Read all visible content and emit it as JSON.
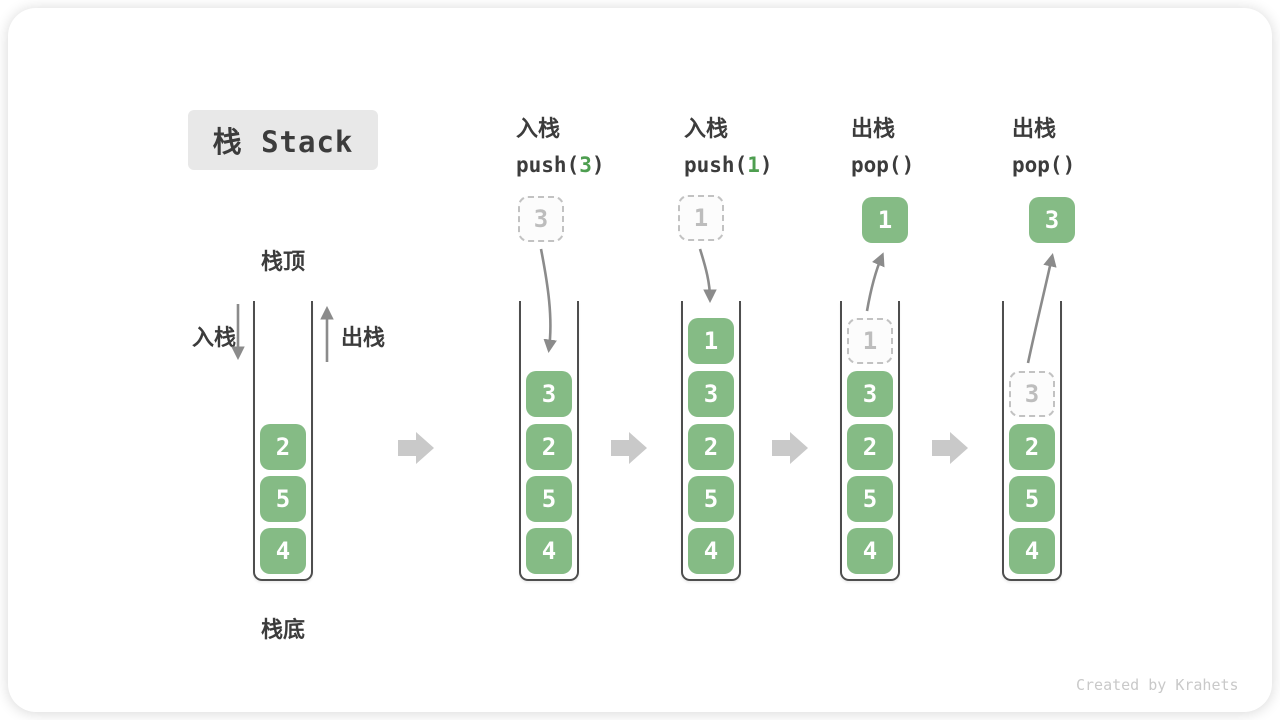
{
  "title": "栈 Stack",
  "watermark": "Created by Krahets",
  "stack_labels": {
    "top": "栈顶",
    "bottom": "栈底",
    "push_cn": "入栈",
    "pop_cn": "出栈"
  },
  "ops": [
    {
      "cn": "入栈",
      "fn": "push(",
      "arg": "3",
      "close": ")"
    },
    {
      "cn": "入栈",
      "fn": "push(",
      "arg": "1",
      "close": ")"
    },
    {
      "cn": "出栈",
      "fn": "pop(",
      "arg": "",
      "close": ")"
    },
    {
      "cn": "出栈",
      "fn": "pop(",
      "arg": "",
      "close": ")"
    }
  ],
  "columns": [
    {
      "cells": [
        "2",
        "5",
        "4"
      ]
    },
    {
      "floating": "3",
      "cells": [
        "3",
        "2",
        "5",
        "4"
      ]
    },
    {
      "floating": "1",
      "cells": [
        "1",
        "3",
        "2",
        "5",
        "4"
      ]
    },
    {
      "popped": "1",
      "ghost": "1",
      "cells": [
        "3",
        "2",
        "5",
        "4"
      ]
    },
    {
      "popped": "3",
      "ghost": "3",
      "cells": [
        "2",
        "5",
        "4"
      ]
    }
  ],
  "colors": {
    "cell_green": "#85bb85",
    "code_arg_green": "#4e9e50",
    "ghost_gray": "#c2c2c2",
    "curve_arrow_gray": "#8b8b8b",
    "block_arrow_gray": "#c9c9c9",
    "text_dark": "#3c3c3c",
    "title_bg": "#e8e8e8"
  }
}
